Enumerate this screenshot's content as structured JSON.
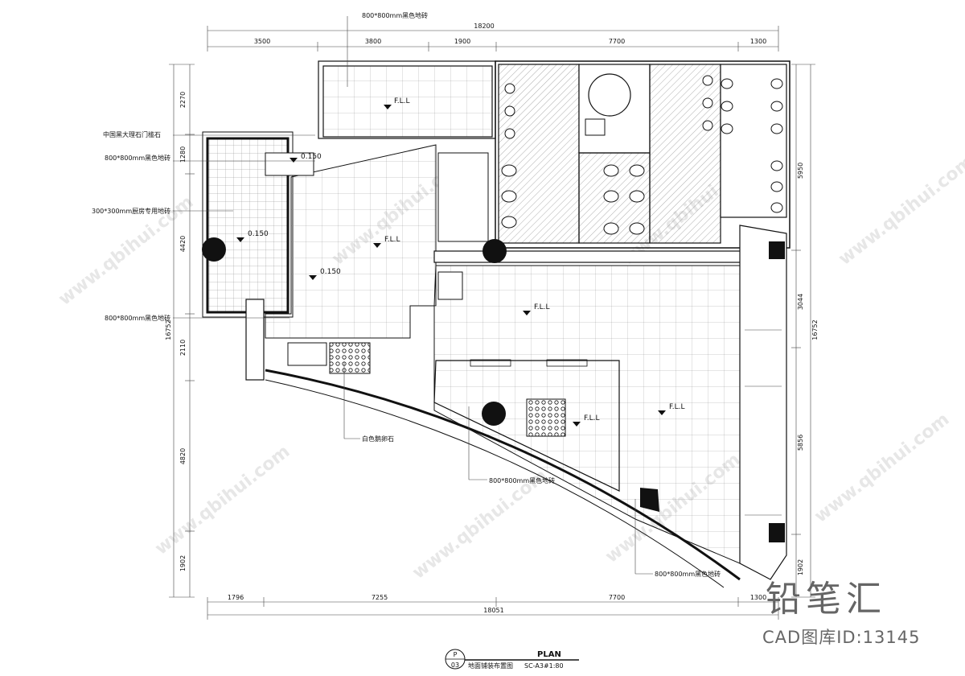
{
  "dimensions": {
    "top_total": "18200",
    "top_segments": [
      "3500",
      "3800",
      "1900",
      "7700",
      "1300"
    ],
    "bottom_total": "18051",
    "bottom_segments": [
      "1796",
      "7255",
      "7700",
      "1300"
    ],
    "left_segments": [
      "2270",
      "1280",
      "4420",
      "2110",
      "4820",
      "1902"
    ],
    "left_total": "16752",
    "right_segments": [
      "5950",
      "3044",
      "5856",
      "1902"
    ],
    "right_total": "16752"
  },
  "labels": {
    "top_tile": "800*800mm黑色地砖",
    "threshold": "中国黑大理石门槛石",
    "black_tile_1": "800*800mm黑色地砖",
    "kitchen_tile": "300*300mm厨房专用地砖",
    "black_tile_2": "800*800mm黑色地砖",
    "pebble": "白色鹅卵石",
    "black_tile_3": "800*800mm黑色地砖",
    "black_tile_4": "800*800mm黑色地砖"
  },
  "levels": {
    "fll": "F.L.L",
    "l1": "0.150",
    "l2": "0.150",
    "l3": "0.150"
  },
  "title_block": {
    "circle_top": "P",
    "circle_bottom": "03",
    "title": "PLAN",
    "subtitle": "地面铺装布置图",
    "scale": "SC-A3#1:80"
  },
  "brand": {
    "name": "铅笔汇",
    "id": "CAD图库ID:13145",
    "watermark": "www.qbihui.com"
  }
}
